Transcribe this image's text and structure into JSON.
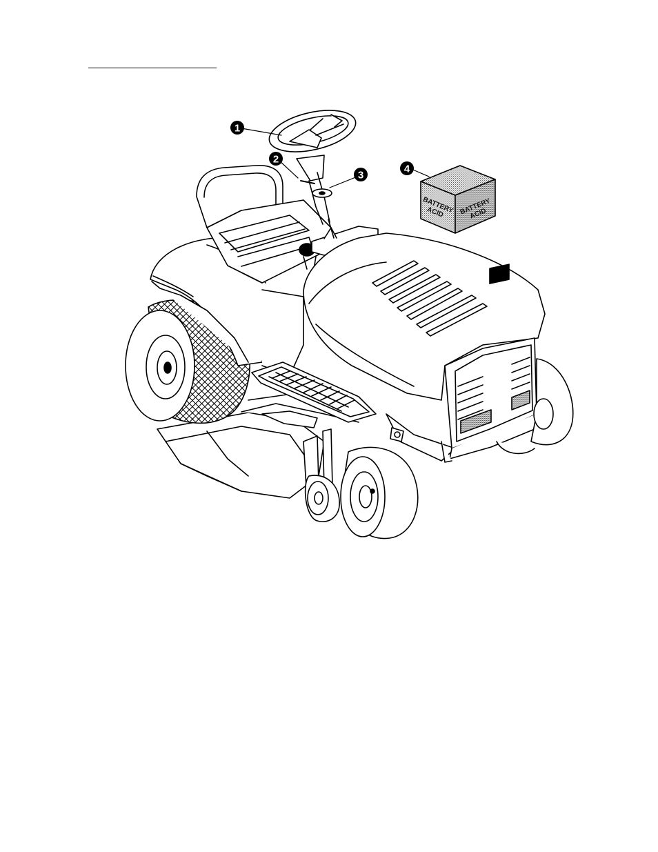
{
  "figure": {
    "callouts": [
      {
        "number": "1",
        "part": "steering-wheel"
      },
      {
        "number": "2",
        "part": "pin"
      },
      {
        "number": "3",
        "part": "washer"
      },
      {
        "number": "4",
        "part": "battery-acid-box"
      }
    ],
    "box_label_front": [
      "BATTERY",
      "ACID"
    ],
    "box_label_side": [
      "BATTERY",
      "ACID"
    ]
  },
  "colors": {
    "ink": "#000000",
    "paper": "#ffffff",
    "box_shade": "#c8c8c8",
    "tire_tread": "#8a8a8a"
  }
}
